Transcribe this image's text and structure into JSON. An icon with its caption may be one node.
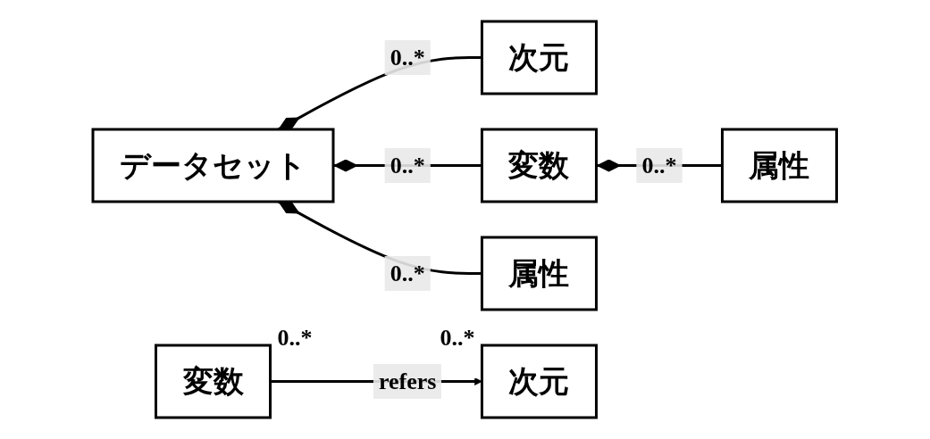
{
  "diagram": {
    "nodes": [
      {
        "text": [
          "次元"
        ]
      },
      {
        "text": [
          "データセット"
        ]
      },
      {
        "text": [
          "変数"
        ]
      },
      {
        "text": [
          "属性"
        ]
      },
      {
        "text": [
          "属性"
        ]
      },
      {
        "text": [
          "変数"
        ],
        "beside": [
          "0..*"
        ]
      },
      {
        "text": [
          "次元"
        ],
        "beside": [
          "0..*"
        ]
      }
    ],
    "edges": [
      {
        "from": 1,
        "to": 0,
        "arrow": "other",
        "label": "0..*"
      },
      {
        "from": 1,
        "to": 2,
        "arrow": "other",
        "label": "0..*"
      },
      {
        "from": 1,
        "to": 4,
        "arrow": "other",
        "label": "0..*"
      },
      {
        "from": 2,
        "to": 3,
        "arrow": "other",
        "label": "0..*"
      },
      {
        "from": 5,
        "to": 6,
        "arrow": "to",
        "label": "refers"
      }
    ]
  }
}
